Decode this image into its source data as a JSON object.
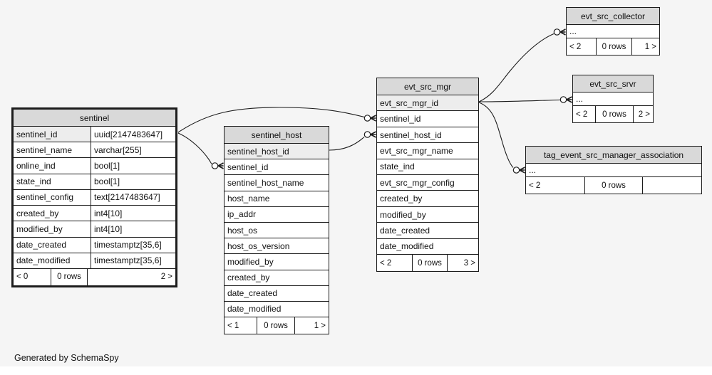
{
  "diagram": {
    "generator_note": "Generated by SchemaSpy",
    "colors": {
      "background": "#f5f5f5",
      "table_header_bg": "#d9d9d9",
      "key_column_bg": "#ededed",
      "row_bg": "#ffffff",
      "border": "#1c1c1c"
    },
    "tables": [
      {
        "id": "sentinel",
        "title": "sentinel",
        "focus": true,
        "columns": [
          {
            "name": "sentinel_id",
            "type": "uuid[2147483647]",
            "key": true
          },
          {
            "name": "sentinel_name",
            "type": "varchar[255]"
          },
          {
            "name": "online_ind",
            "type": "bool[1]"
          },
          {
            "name": "state_ind",
            "type": "bool[1]"
          },
          {
            "name": "sentinel_config",
            "type": "text[2147483647]"
          },
          {
            "name": "created_by",
            "type": "int4[10]"
          },
          {
            "name": "modified_by",
            "type": "int4[10]"
          },
          {
            "name": "date_created",
            "type": "timestamptz[35,6]"
          },
          {
            "name": "date_modified",
            "type": "timestamptz[35,6]"
          }
        ],
        "footer": {
          "parents": "< 0",
          "rows": "0 rows",
          "children": "2 >"
        }
      },
      {
        "id": "sentinel_host",
        "title": "sentinel_host",
        "focus": false,
        "columns": [
          {
            "name": "sentinel_host_id",
            "key": true
          },
          {
            "name": "sentinel_id"
          },
          {
            "name": "sentinel_host_name"
          },
          {
            "name": "host_name"
          },
          {
            "name": "ip_addr"
          },
          {
            "name": "host_os"
          },
          {
            "name": "host_os_version"
          },
          {
            "name": "modified_by"
          },
          {
            "name": "created_by"
          },
          {
            "name": "date_created"
          },
          {
            "name": "date_modified"
          }
        ],
        "footer": {
          "parents": "< 1",
          "rows": "0 rows",
          "children": "1 >"
        }
      },
      {
        "id": "evt_src_mgr",
        "title": "evt_src_mgr",
        "focus": false,
        "columns": [
          {
            "name": "evt_src_mgr_id",
            "key": true
          },
          {
            "name": "sentinel_id"
          },
          {
            "name": "sentinel_host_id"
          },
          {
            "name": "evt_src_mgr_name"
          },
          {
            "name": "state_ind"
          },
          {
            "name": "evt_src_mgr_config"
          },
          {
            "name": "created_by"
          },
          {
            "name": "modified_by"
          },
          {
            "name": "date_created"
          },
          {
            "name": "date_modified"
          }
        ],
        "footer": {
          "parents": "< 2",
          "rows": "0 rows",
          "children": "3 >"
        }
      },
      {
        "id": "evt_src_collector",
        "title": "evt_src_collector",
        "focus": false,
        "columns": [
          {
            "name": "..."
          }
        ],
        "footer": {
          "parents": "< 2",
          "rows": "0 rows",
          "children": "1 >"
        }
      },
      {
        "id": "evt_src_srvr",
        "title": "evt_src_srvr",
        "focus": false,
        "columns": [
          {
            "name": "..."
          }
        ],
        "footer": {
          "parents": "< 2",
          "rows": "0 rows",
          "children": "2 >"
        }
      },
      {
        "id": "tag_event_src_manager_association",
        "title": "tag_event_src_manager_association",
        "focus": false,
        "columns": [
          {
            "name": "..."
          }
        ],
        "footer": {
          "parents": "< 2",
          "rows": "0 rows",
          "children": ""
        }
      }
    ],
    "edges": [
      {
        "from": "sentinel.sentinel_id",
        "to": "sentinel_host.sentinel_id",
        "marker": "zero-or-many"
      },
      {
        "from": "sentinel.sentinel_id",
        "to": "evt_src_mgr.sentinel_id",
        "marker": "zero-or-many"
      },
      {
        "from": "sentinel_host.sentinel_host_id",
        "to": "evt_src_mgr.sentinel_host_id",
        "marker": "zero-or-many"
      },
      {
        "from": "evt_src_mgr.evt_src_mgr_id",
        "to": "evt_src_collector",
        "marker": "zero-or-many"
      },
      {
        "from": "evt_src_mgr.evt_src_mgr_id",
        "to": "evt_src_srvr",
        "marker": "zero-or-many"
      },
      {
        "from": "evt_src_mgr.evt_src_mgr_id",
        "to": "tag_event_src_manager_association",
        "marker": "zero-or-many"
      }
    ]
  }
}
